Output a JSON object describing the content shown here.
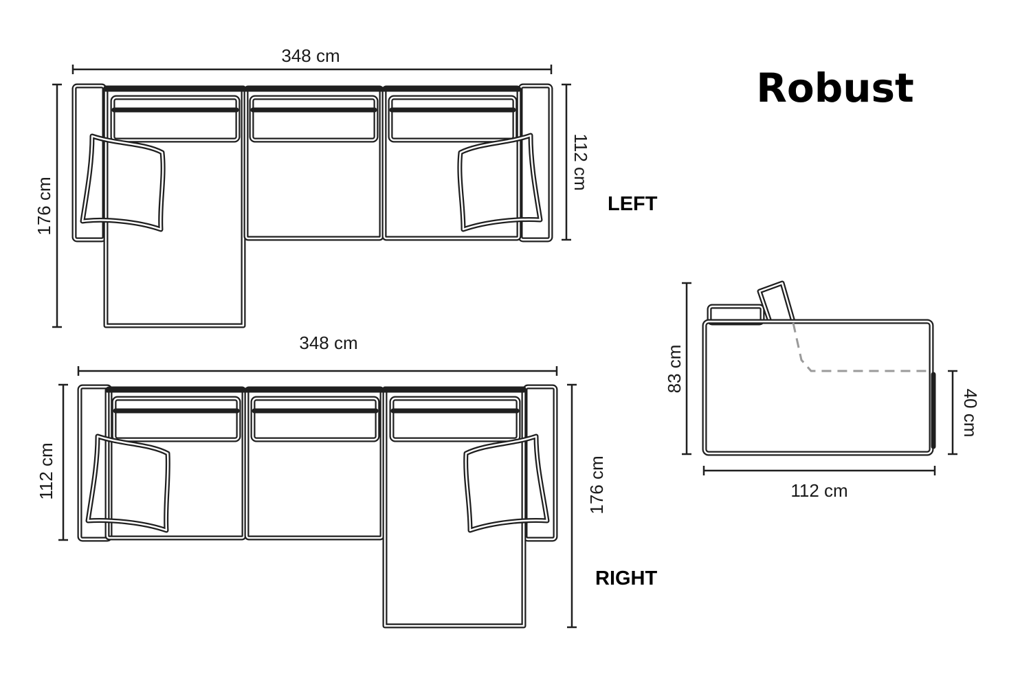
{
  "title": "Robust",
  "left_variant": {
    "label": "LEFT",
    "width_label": "348 cm",
    "depth_label": "176 cm",
    "seat_depth_label": "112 cm"
  },
  "right_variant": {
    "label": "RIGHT",
    "width_label": "348 cm",
    "depth_label": "176 cm",
    "seat_depth_label": "112 cm"
  },
  "side_view": {
    "height_label": "83 cm",
    "seat_height_label": "40 cm",
    "depth_label": "112 cm"
  },
  "colors": {
    "line": "#1f1f1f",
    "hidden_line": "#9a9a9a",
    "background": "#ffffff"
  }
}
